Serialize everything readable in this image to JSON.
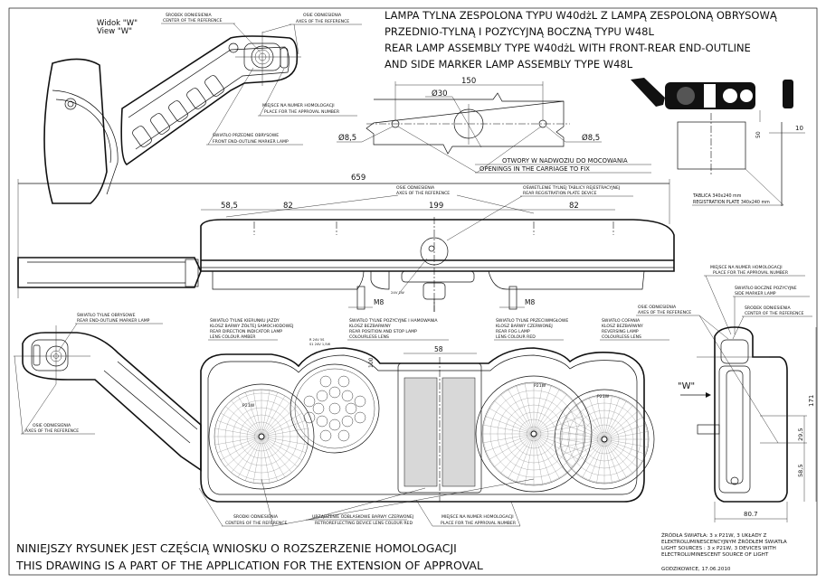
{
  "title": {
    "line1": "LAMPA TYLNA ZESPOLONA TYPU W40dżL  Z LAMPĄ ZESPOLONĄ OBRYSOWĄ",
    "line2": "PRZEDNIO-TYLNĄ I POZYCYJNĄ BOCZNĄ TYPU W48L",
    "line3": "REAR LAMP ASSEMBLY TYPE W40dżL WITH FRONT-REAR END-OUTLINE",
    "line4": "AND SIDE MARKER LAMP ASSEMBLY TYPE W48L"
  },
  "view_w": {
    "pl": "Widok \"W\"",
    "en": "View \"W\"",
    "arrow_label": "\"W\""
  },
  "labels": {
    "center_ref_pl": "ŚRODEK ODNIESIENIA",
    "center_ref_en": "CENTER OF THE REFERENCE",
    "axes_ref_pl": "OSIE ODNIESIENIA",
    "axes_ref_en": "AXES OF THE REFERENCE",
    "approval_pl": "MIEJSCE NA NUMER HOMOLOGACJI",
    "approval_en": "PLACE FOR THE APPROVAL NUMBER",
    "front_marker_pl": "ŚWIATŁO PRZEDNIE OBRYSOWE",
    "front_marker_en": "FRONT END-OUTLINE MARKER LAMP",
    "openings_pl": "OTWORY W NADWOZIU DO MOCOWANIA",
    "openings_en": "OPENINGS IN THE CARRIAGE TO FIX",
    "plate_pl": "TABLICA 340x240 mm",
    "plate_en": "REGISTRATION PLATE 340x240 mm",
    "reg_device_pl": "OŚWIETLENIE TYLNEJ TABLICY REJESTRACYJNEJ",
    "reg_device_en": "REAR REGISTRATION PLATE DEVICE",
    "bulb_24v": "24V 1W",
    "rear_marker_pl": "ŚWIATŁO TYLNE OBRYSOWE",
    "rear_marker_en": "REAR END-OUTLINE MARKER LAMP",
    "side_marker_pl": "ŚWIATŁO BOCZNE POZYCYJNE",
    "side_marker_en": "SIDE MARKER LAMP",
    "indicator": [
      "ŚWIATŁO TYLNE KIERUNKU JAZDY",
      "KLOSZ BARWY ŻÓŁTEJ SAMOCHODOWEJ",
      "REAR DIRECTION INDICATOR LAMP",
      "LENS COLOUR AMBER"
    ],
    "bulb_codes": [
      "R 24V 5S",
      "S1 24V 1,5W"
    ],
    "stop": [
      "ŚWIATŁO TYLNE POZYCYJNE I HAMOWANIA",
      "KLOSZ BEZBARWNY",
      "REAR POSITION AND STOP LAMP",
      "COLOURLESS LENS"
    ],
    "fog": [
      "ŚWIATŁO TYLNE PRZECIWMGŁOWE",
      "KLOSZ BARWY CZERWONEJ",
      "REAR FOG LAMP",
      "LENS COLOUR RED"
    ],
    "reversing": [
      "ŚWIATŁO COFANIA",
      "KLOSZ BEZBARWNY",
      "REVERSING LAMP",
      "COLOURLESS LENS"
    ],
    "centres_pl": "ŚRODKI ODNIESIENIA",
    "centres_en": "CENTERS OF THE REFERENCE",
    "retro_pl": "URZĄDZENIE ODBLASKOWE BARWY CZERWONEJ",
    "retro_en": "RETROREFLECTING DEVICE LENS COLOUR RED",
    "lamp_mark": "P21W"
  },
  "dimensions": {
    "overall": "659",
    "holes_spacing": "150",
    "hole_big": "Ø30",
    "hole_small_l": "Ø8,5",
    "hole_small_r": "Ø8,5",
    "plate_gap": "50",
    "plate_offset": "10",
    "d58_5": "58,5",
    "d82a": "82",
    "d199": "199",
    "d82b": "82",
    "m8a": "M8",
    "m8b": "M8",
    "d58": "58",
    "d100": "100",
    "d171": "171",
    "d29_5": "29,5",
    "d58_5b": "58,5",
    "d80_7": "80.7"
  },
  "footer": {
    "pl": "NINIEJSZY RYSUNEK JEST CZĘŚCIĄ WNIOSKU O ROZSZERZENIE HOMOLOGACJI",
    "en": "THIS DRAWING IS A PART OF THE APPLICATION FOR THE EXTENSION OF APPROVAL",
    "sources": [
      "ŹRÓDŁA ŚWIATŁA: 3 x P21W, 3 UKŁADY Z",
      "ELEKTROLUMINESCENCYJNYM ŹRÓDŁEM ŚWIATŁA",
      "LIGHT SOURCES : 3 x P21W, 3 DEVICES WITH",
      "ELECTROLUMINESCENT SOURCE OF LIGHT"
    ],
    "place_date": "GODZIKOWICE,  17.06.2010"
  }
}
